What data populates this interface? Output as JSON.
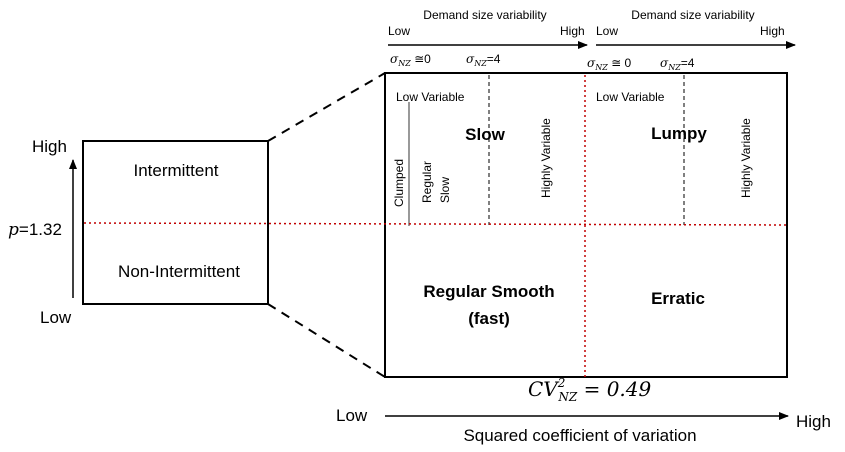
{
  "colors": {
    "ink": "#000000",
    "threshold": "#c00000"
  },
  "left_panel": {
    "y_high": "High",
    "y_low": "Low",
    "p_symbol": "p",
    "p_value": "=1.32",
    "top_label": "Intermittent",
    "bottom_label": "Non-Intermittent"
  },
  "top_axes": {
    "left": {
      "title": "Demand size variability",
      "low": "Low",
      "high": "High",
      "sigma_low_value": " ≅0",
      "sigma_mid_value": "=4"
    },
    "right": {
      "title": "Demand size variability",
      "low": "Low",
      "high": "High",
      "sigma_low_value": " ≅ 0",
      "sigma_mid_value": "=4"
    },
    "sigma_symbol": "σ",
    "sigma_sub": "NZ"
  },
  "quadrants": {
    "slow": "Slow",
    "lumpy": "Lumpy",
    "regular_smooth_line1": "Regular Smooth",
    "regular_smooth_line2": "(fast)",
    "erratic": "Erratic",
    "low_variable_left": "Low Variable",
    "low_variable_right": "Low Variable",
    "clumped": "Clumped",
    "regular_slow_line1": "Regular",
    "regular_slow_line2": "Slow",
    "highly_variable_left": "Highly Variable",
    "highly_variable_right": "Highly Variable"
  },
  "cv_threshold": {
    "base": "CV",
    "sup": "2",
    "sub": "NZ",
    "value": " = 0.49"
  },
  "bottom_axis": {
    "low": "Low",
    "high": "High",
    "title": "Squared coefficient of variation"
  }
}
